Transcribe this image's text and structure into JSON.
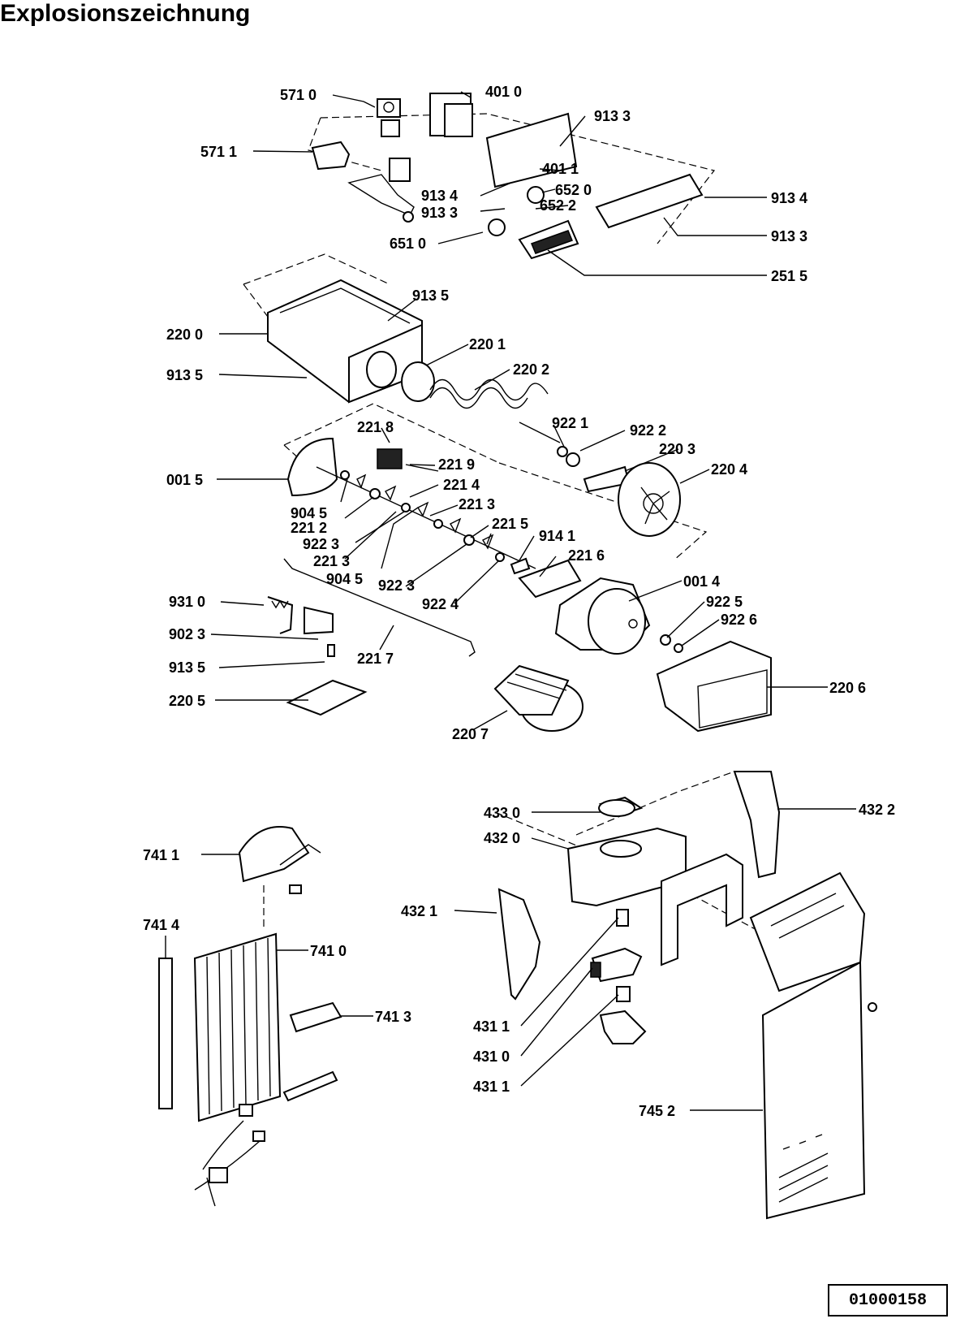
{
  "title": "Explosionszeichnung",
  "document_number": "01000158",
  "labels": [
    {
      "id": "p5710",
      "text": "571 0"
    },
    {
      "id": "p4010",
      "text": "401 0"
    },
    {
      "id": "p9133a",
      "text": "913 3"
    },
    {
      "id": "p5711",
      "text": "571 1"
    },
    {
      "id": "p4011",
      "text": "401 1"
    },
    {
      "id": "p9134a",
      "text": "913 4"
    },
    {
      "id": "p6520",
      "text": "652 0"
    },
    {
      "id": "p9134b",
      "text": "913 4"
    },
    {
      "id": "p9133b",
      "text": "913 3"
    },
    {
      "id": "p6522",
      "text": "652 2"
    },
    {
      "id": "p9133c",
      "text": "913 3"
    },
    {
      "id": "p6510",
      "text": "651 0"
    },
    {
      "id": "p2515",
      "text": "251 5"
    },
    {
      "id": "p9135a",
      "text": "913 5"
    },
    {
      "id": "p2200",
      "text": "220 0"
    },
    {
      "id": "p2201",
      "text": "220 1"
    },
    {
      "id": "p9135b",
      "text": "913 5"
    },
    {
      "id": "p2202",
      "text": "220 2"
    },
    {
      "id": "p9221",
      "text": "922 1"
    },
    {
      "id": "p2218",
      "text": "221 8"
    },
    {
      "id": "p9222",
      "text": "922 2"
    },
    {
      "id": "p2203",
      "text": "220 3"
    },
    {
      "id": "p2219",
      "text": "221 9"
    },
    {
      "id": "p2204",
      "text": "220 4"
    },
    {
      "id": "p0015",
      "text": "001 5"
    },
    {
      "id": "p2214",
      "text": "221 4"
    },
    {
      "id": "p9045a",
      "text": "904 5"
    },
    {
      "id": "p2213a",
      "text": "221 3"
    },
    {
      "id": "p2212",
      "text": "221 2"
    },
    {
      "id": "p9223a",
      "text": "922 3"
    },
    {
      "id": "p2215",
      "text": "221 5"
    },
    {
      "id": "p2213b",
      "text": "221 3"
    },
    {
      "id": "p9141",
      "text": "914 1"
    },
    {
      "id": "p2216",
      "text": "221 6"
    },
    {
      "id": "p9045b",
      "text": "904 5"
    },
    {
      "id": "p9223b",
      "text": "922 3"
    },
    {
      "id": "p0014",
      "text": "001 4"
    },
    {
      "id": "p9224",
      "text": "922 4"
    },
    {
      "id": "p9310",
      "text": "931 0"
    },
    {
      "id": "p9225",
      "text": "922 5"
    },
    {
      "id": "p9226",
      "text": "922 6"
    },
    {
      "id": "p9023",
      "text": "902 3"
    },
    {
      "id": "p9135c",
      "text": "913 5"
    },
    {
      "id": "p2217",
      "text": "221 7"
    },
    {
      "id": "p2206",
      "text": "220 6"
    },
    {
      "id": "p2205",
      "text": "220 5"
    },
    {
      "id": "p2207",
      "text": "220 7"
    },
    {
      "id": "p4330",
      "text": "433 0"
    },
    {
      "id": "p4322",
      "text": "432 2"
    },
    {
      "id": "p4320",
      "text": "432 0"
    },
    {
      "id": "p7411",
      "text": "741 1"
    },
    {
      "id": "p4321",
      "text": "432 1"
    },
    {
      "id": "p7414",
      "text": "741 4"
    },
    {
      "id": "p7410",
      "text": "741 0"
    },
    {
      "id": "p7413",
      "text": "741 3"
    },
    {
      "id": "p4311a",
      "text": "431 1"
    },
    {
      "id": "p4310",
      "text": "431 0"
    },
    {
      "id": "p4311b",
      "text": "431 1"
    },
    {
      "id": "p7452",
      "text": "745 2"
    }
  ]
}
